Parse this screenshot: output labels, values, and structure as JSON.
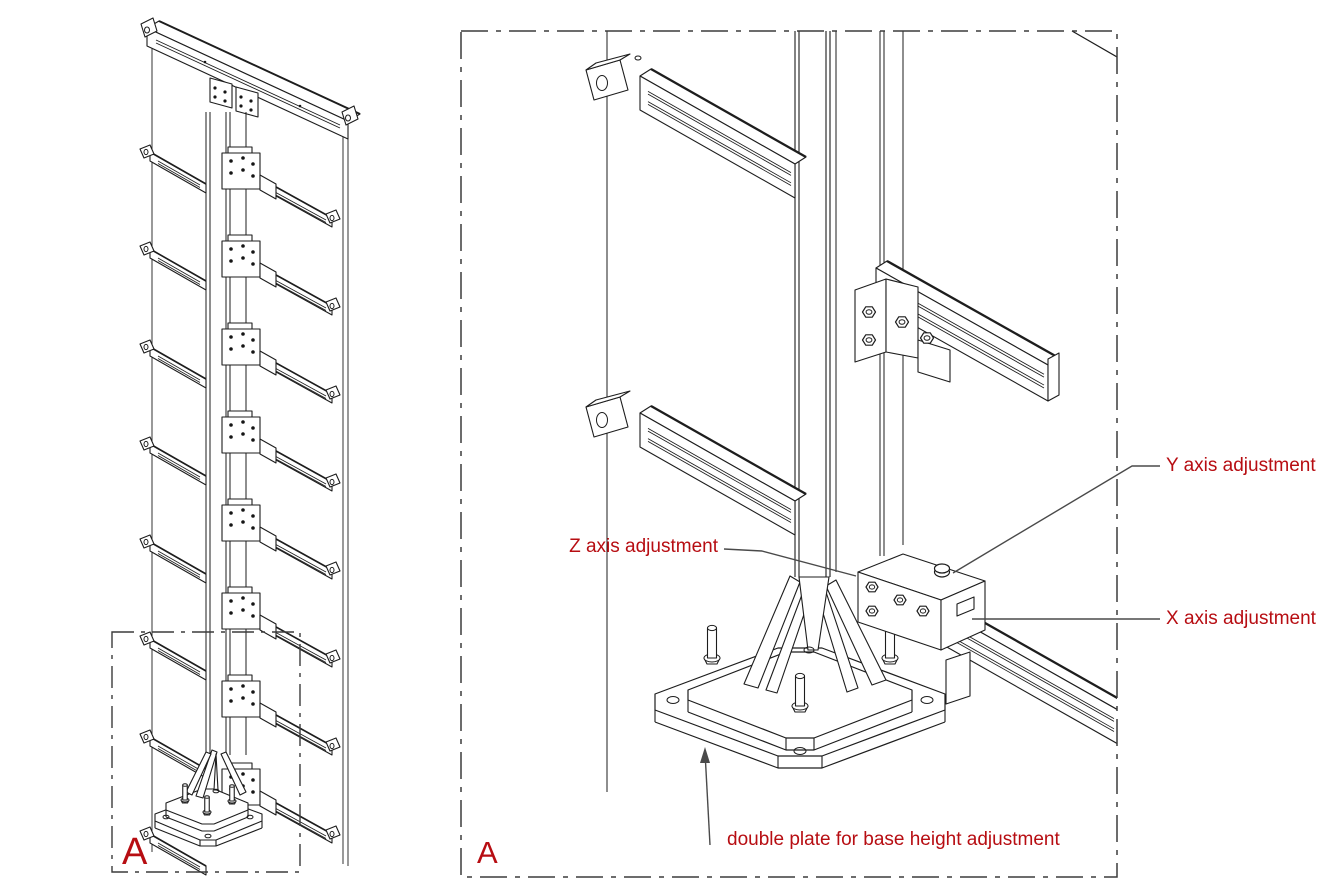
{
  "drawing": {
    "type": "isometric assembly drawing",
    "overview": {
      "detail_marker": "A"
    },
    "detail_view": {
      "view_label": "A"
    },
    "annotations": {
      "z_axis": "Z axis adjustment",
      "y_axis": "Y axis adjustment",
      "x_axis": "X axis adjustment",
      "base_plate": "double plate for base height adjustment"
    },
    "colors": {
      "annotation_red": "#b70d12",
      "line_black": "#1d1d1d",
      "leader_gray": "#4a4a4a",
      "border_gray": "#3b3b3b",
      "background": "#ffffff"
    }
  }
}
